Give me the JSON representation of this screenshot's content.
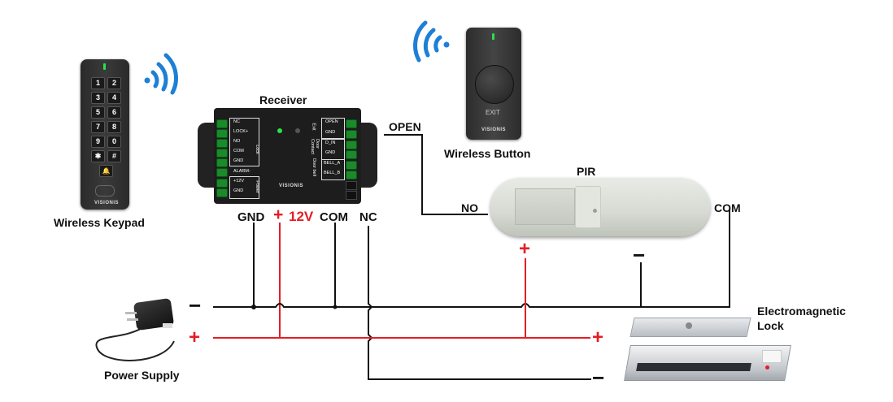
{
  "labels": {
    "wireless_keypad": "Wireless Keypad",
    "receiver": "Receiver",
    "wireless_button": "Wireless Button",
    "pir": "PIR",
    "power_supply": "Power Supply",
    "em_lock_line1": "Electromagnetic",
    "em_lock_line2": "Lock",
    "open": "OPEN",
    "no": "NO",
    "com_pir": "COM",
    "gnd": "GND",
    "v12": "12V",
    "com": "COM",
    "nc": "NC"
  },
  "signs": {
    "plus": "+",
    "minus": "−"
  },
  "keypad": {
    "keys": [
      "1",
      "2",
      "3",
      "4",
      "5",
      "6",
      "7",
      "8",
      "9",
      "0",
      "✱",
      "#"
    ],
    "bell": "🔔",
    "brand": "VISIONIS"
  },
  "receiver": {
    "left_terminals": [
      "NC",
      "LOCK+",
      "NO",
      "COM",
      "GND",
      "ALARM-",
      "+12V",
      "GND"
    ],
    "left_group_lock": "Lock",
    "left_group_power": "Power",
    "right_terminals": [
      "OPEN",
      "GND",
      "D_IN",
      "GND",
      "BELL_A",
      "BELL_B"
    ],
    "right_group_exit": "Exit",
    "right_group_door": "Door Contact",
    "right_group_bell": "Door bell",
    "brand": "VISIONIS"
  },
  "button": {
    "text": "EXIT",
    "brand": "VISIONIS"
  },
  "colors": {
    "wire_black": "#111111",
    "wire_red": "#e31e24",
    "wifi_blue": "#1e7fd6",
    "led_green": "#2be04a"
  }
}
